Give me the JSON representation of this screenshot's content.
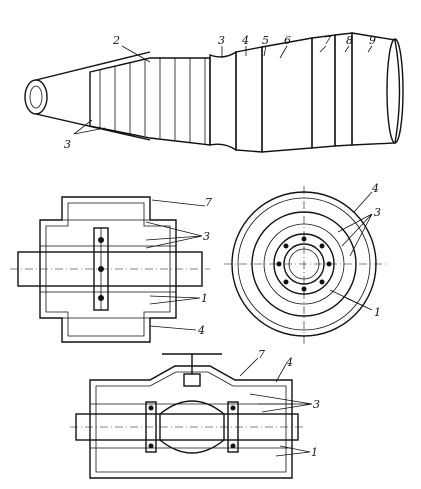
{
  "figure": {
    "callouts_top": [
      "2",
      "3",
      "4",
      "5",
      "6",
      "7",
      "8",
      "9",
      "3"
    ],
    "callouts_mid_left": [
      "7",
      "3",
      "1",
      "4"
    ],
    "callouts_mid_right": [
      "4",
      "3",
      "1"
    ],
    "callouts_bottom": [
      "7",
      "4",
      "3",
      "1"
    ]
  }
}
